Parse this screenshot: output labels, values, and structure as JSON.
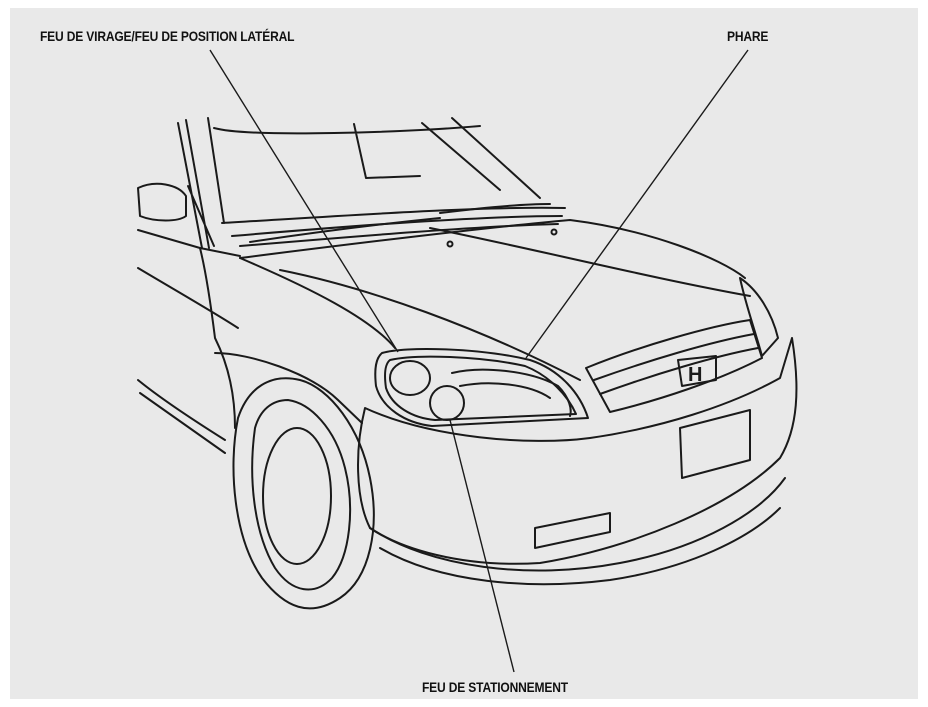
{
  "diagram": {
    "background": "#e9e9e9",
    "line_color": "#1a1a1a",
    "labels": {
      "cornering_side_marker": "FEU DE VIRAGE/FEU DE POSITION LATÉRAL",
      "headlight": "PHARE",
      "parking_light": "FEU DE STATIONNEMENT"
    },
    "illustration": "car-front-quarter-view",
    "emblem": "H"
  }
}
